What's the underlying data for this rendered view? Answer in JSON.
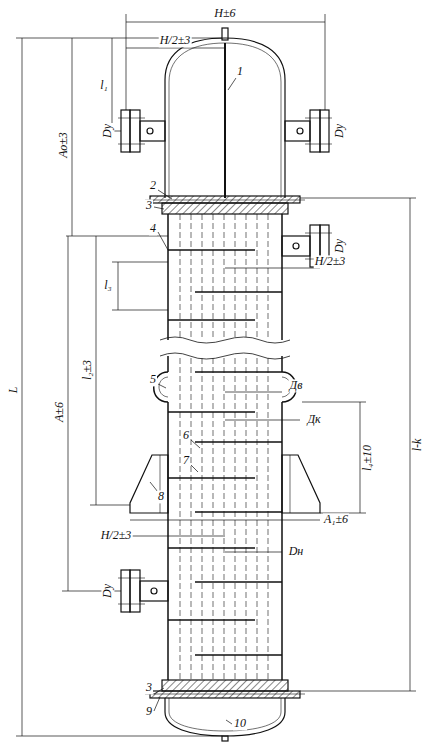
{
  "diagram": {
    "labels": [
      "Н±6",
      "Н/2±3",
      "1",
      "L",
      "l₁",
      "Dу",
      "Dу",
      "Ао±3",
      "2",
      "3",
      "l-k",
      "4",
      "Dу",
      "l₃",
      "Н/2±3",
      "l₂±3",
      "5",
      "Дв",
      "Дк",
      "А±6",
      "6",
      "l₄±10",
      "7",
      "8",
      "А₁±6",
      "Н/2±3",
      "Dн",
      "Dу",
      "3",
      "9",
      "10"
    ]
  }
}
